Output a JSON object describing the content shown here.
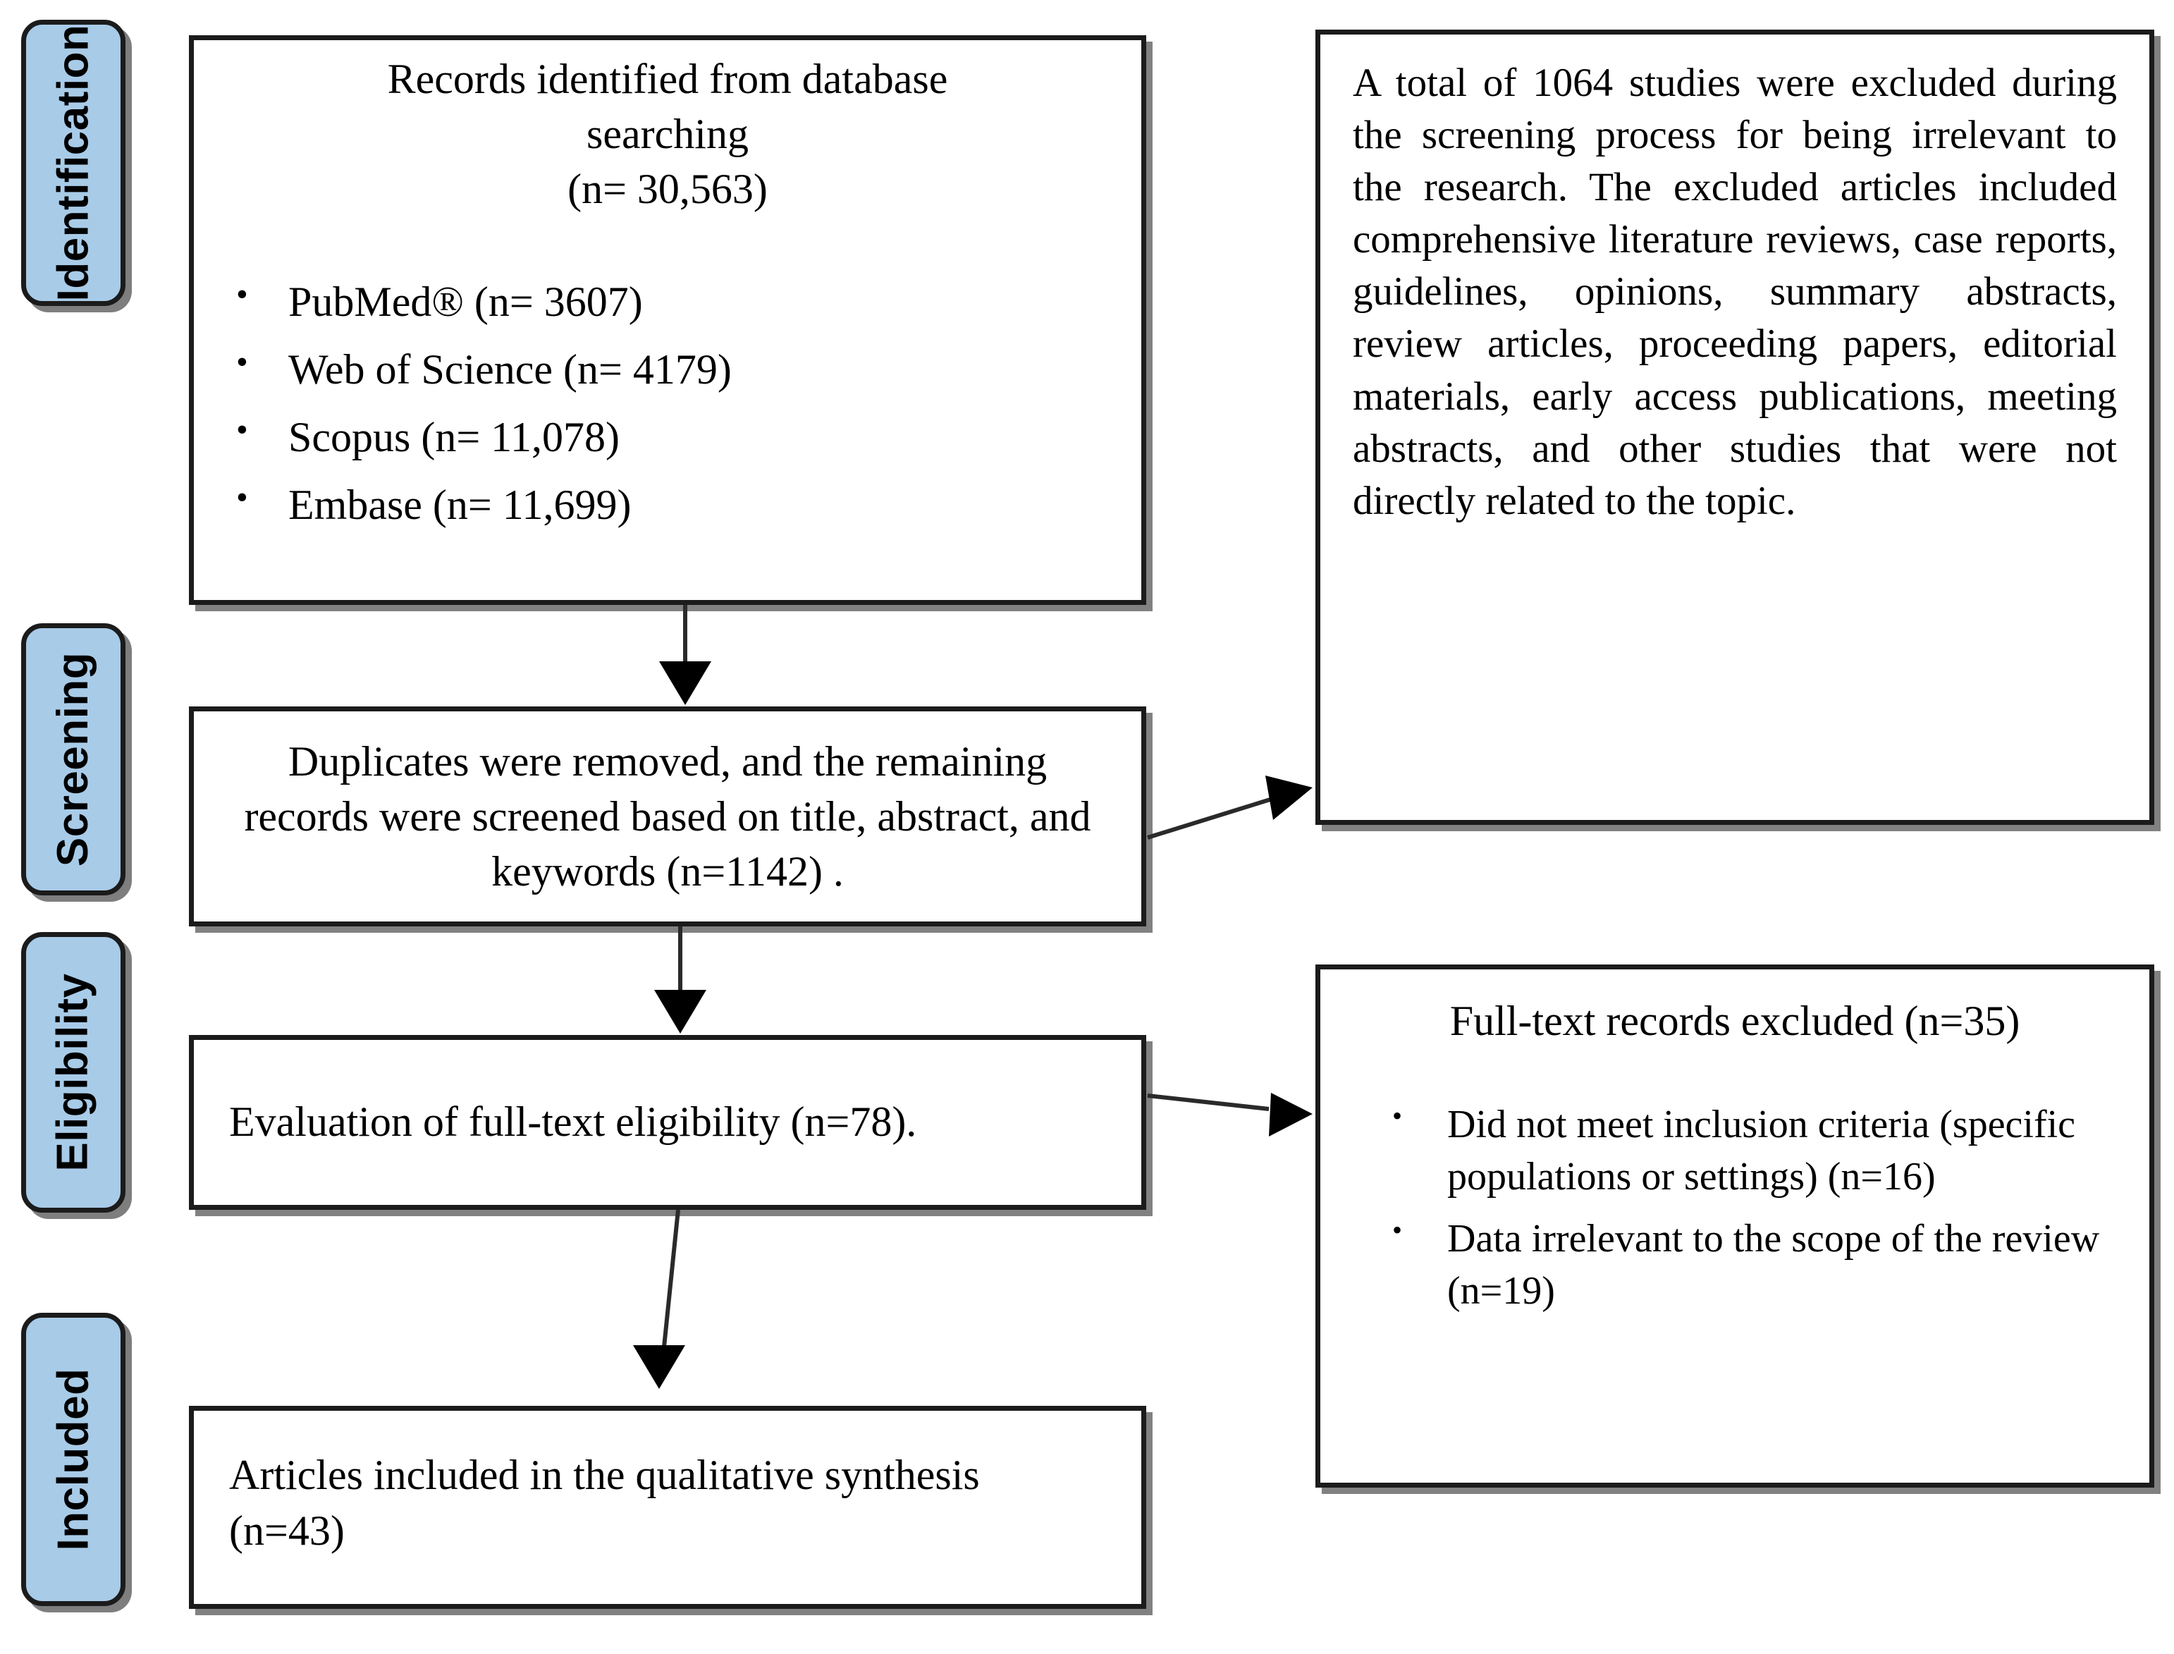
{
  "diagram": {
    "type": "prisma-flow-diagram",
    "accent_color": "#a8cbe8",
    "border_color": "#1b1b1b",
    "background": "#ffffff"
  },
  "stages": [
    {
      "key": "identification",
      "label": "Identification"
    },
    {
      "key": "screening",
      "label": "Screening"
    },
    {
      "key": "eligibility",
      "label": "Eligibility"
    },
    {
      "key": "included",
      "label": "Included"
    }
  ],
  "boxes": {
    "identification": {
      "title_line1": "Records identified from database",
      "title_line2": "searching",
      "count_line": "(n= 30,563)",
      "sources": [
        "PubMed® (n= 3607)",
        "Web of Science (n= 4179)",
        "Scopus (n= 11,078)",
        "Embase (n= 11,699)"
      ]
    },
    "screening": {
      "text": "Duplicates were removed, and the remaining records were screened based on title, abstract, and keywords (n=1142) ."
    },
    "eligibility": {
      "text": "Evaluation of full-text eligibility (n=78)."
    },
    "included": {
      "line1": "Articles included in the qualitative synthesis",
      "line2": "(n=43)"
    },
    "screening_excluded": {
      "paragraph": "A total of 1064  studies were excluded during the screening process for being irrelevant to the research. The excluded articles included comprehensive literature reviews, case reports, guidelines, opinions, summary abstracts, review articles, proceeding papers, editorial materials, early access publications, meeting abstracts, and other studies that were not directly related to the topic."
    },
    "fulltext_excluded": {
      "title": "Full-text records excluded (n=35)",
      "reasons": [
        "Did not meet inclusion criteria (specific populations or settings) (n=16)",
        "Data irrelevant to the scope of the review (n=19)"
      ]
    }
  },
  "flow_numbers": {
    "records_identified": 30563,
    "pubmed": 3607,
    "web_of_science": 4179,
    "scopus": 11078,
    "embase": 11699,
    "screened_after_duplicates": 1142,
    "screening_excluded": 1064,
    "full_text_assessed": 78,
    "full_text_excluded": 35,
    "excluded_not_meeting_criteria": 16,
    "excluded_irrelevant_data": 19,
    "included_qualitative_synthesis": 43
  },
  "connectors": [
    {
      "name": "identification-to-screening",
      "kind": "vertical-arrow"
    },
    {
      "name": "screening-to-screening-excluded",
      "kind": "diagonal-arrow"
    },
    {
      "name": "screening-to-eligibility",
      "kind": "vertical-arrow"
    },
    {
      "name": "eligibility-to-fulltext-excluded",
      "kind": "diagonal-arrow"
    },
    {
      "name": "eligibility-to-included",
      "kind": "vertical-arrow"
    }
  ]
}
